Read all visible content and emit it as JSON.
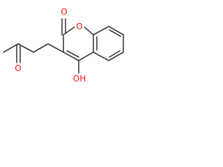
{
  "molecule": {
    "atoms": {
      "ring_oxygen": "O",
      "carbonyl_oxygen": "O",
      "ketone_oxygen": "O",
      "hydroxyl": "OH"
    },
    "colors": {
      "bond": "#3a3a3a",
      "heteroatom": "#ff0d0d",
      "background": "#ffffff"
    }
  }
}
